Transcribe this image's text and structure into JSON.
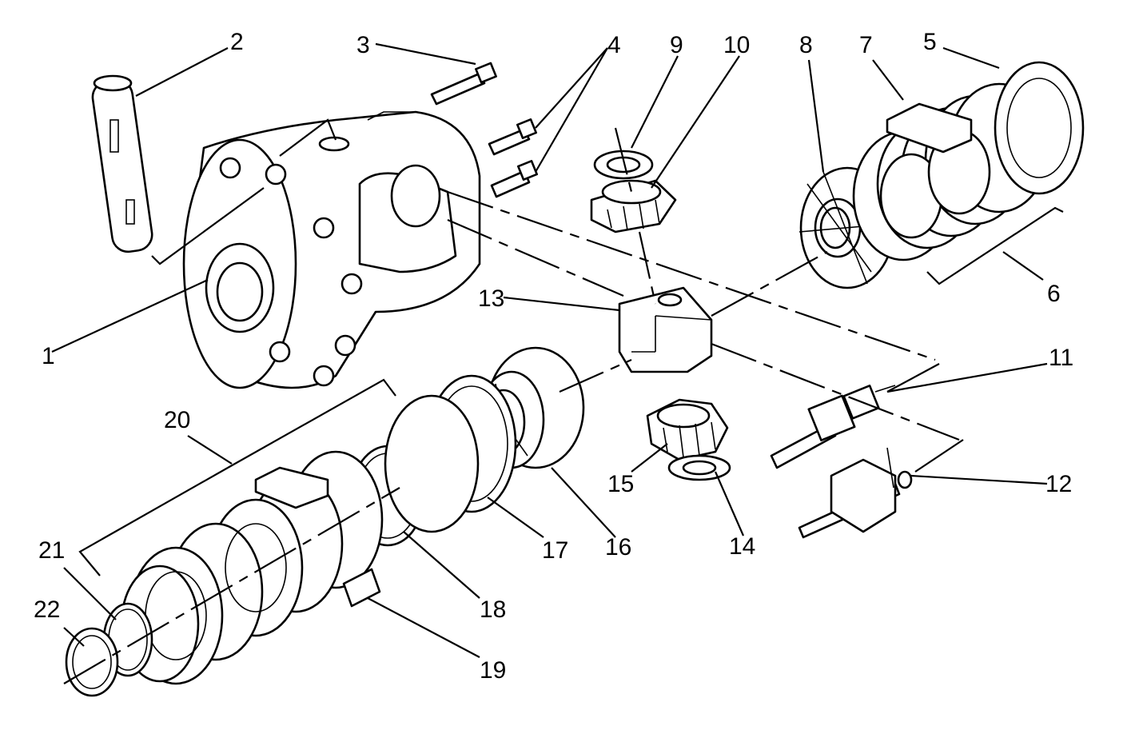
{
  "diagram": {
    "callouts": [
      "1",
      "2",
      "3",
      "4",
      "5",
      "6",
      "7",
      "8",
      "9",
      "10",
      "11",
      "12",
      "13",
      "14",
      "15",
      "16",
      "17",
      "18",
      "19",
      "20",
      "21",
      "22"
    ]
  },
  "colors": {
    "ink": "#000000",
    "paper": "#ffffff"
  }
}
